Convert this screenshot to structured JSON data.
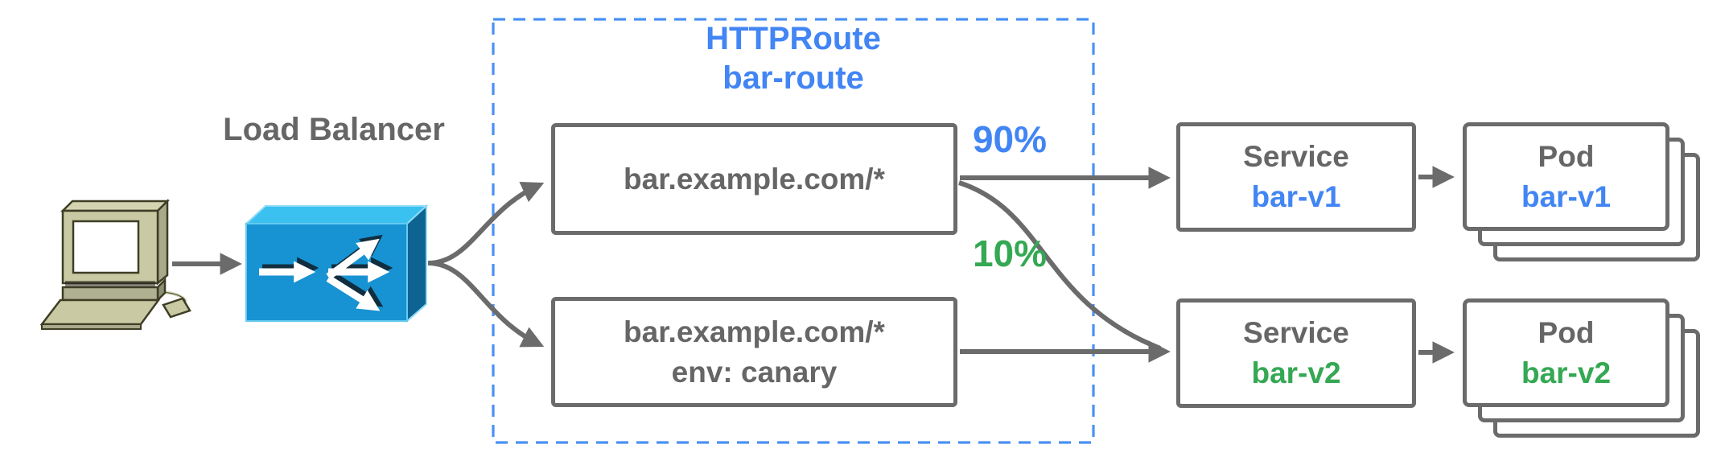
{
  "client": {
    "icon": "desktop-computer-icon"
  },
  "load_balancer": {
    "label": "Load Balancer",
    "icon": "load-balancer-fanout-icon"
  },
  "httproute": {
    "kind": "HTTPRoute",
    "name": "bar-route"
  },
  "routes": [
    {
      "match": "bar.example.com/*"
    },
    {
      "match": "bar.example.com/*",
      "header": "env: canary"
    }
  ],
  "traffic_split": [
    {
      "label": "90%"
    },
    {
      "label": "10%"
    }
  ],
  "services": [
    {
      "kind": "Service",
      "name": "bar-v1"
    },
    {
      "kind": "Service",
      "name": "bar-v2"
    }
  ],
  "pods": [
    {
      "kind": "Pod",
      "name": "bar-v1"
    },
    {
      "kind": "Pod",
      "name": "bar-v2"
    }
  ],
  "colors": {
    "blue_accent": "#4285f4",
    "green_accent": "#34a853",
    "line_gray": "#6b6b6b",
    "text_gray": "#666666",
    "lb_top_face": "#3ac1f0",
    "lb_front_face": "#1792d2",
    "lb_side_face": "#0d6392"
  }
}
